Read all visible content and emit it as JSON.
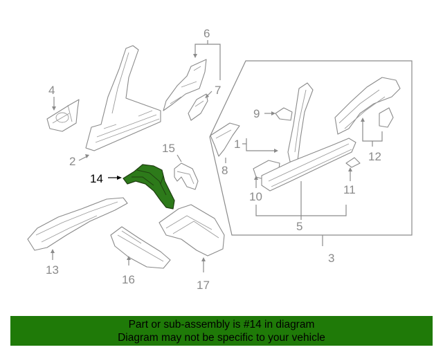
{
  "callouts": {
    "c1": "1",
    "c2": "2",
    "c3": "3",
    "c4": "4",
    "c5": "5",
    "c6": "6",
    "c7": "7",
    "c8": "8",
    "c9": "9",
    "c10": "10",
    "c11": "11",
    "c12": "12",
    "c13": "13",
    "c14": "14",
    "c15": "15",
    "c16": "16",
    "c17": "17"
  },
  "highlight_part": "14",
  "colors": {
    "highlight": "#2d7a1a",
    "banner": "#1f7a08",
    "line": "#8a8a8a"
  },
  "banner": {
    "line1": "Part or sub-assembly is #14 in diagram",
    "line2": "Diagram may not be specific to your vehicle"
  }
}
